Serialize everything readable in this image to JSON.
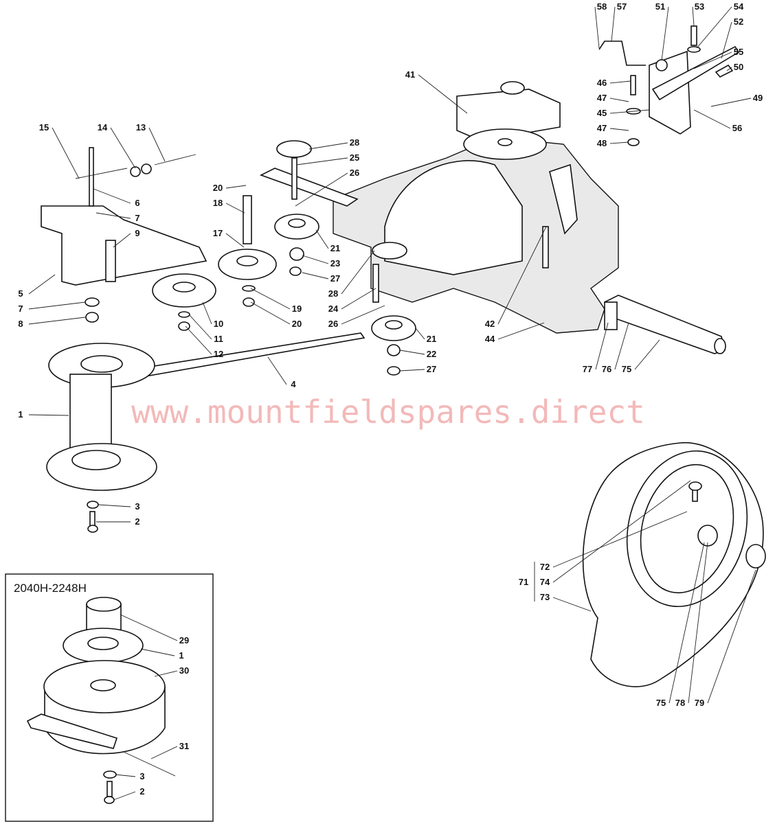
{
  "diagram": {
    "watermark": "www.mountfieldspares.direct",
    "inset_title": "2040H-2248H",
    "callouts": [
      "58",
      "57",
      "51",
      "53",
      "54",
      "52",
      "55",
      "50",
      "46",
      "47",
      "45",
      "47",
      "48",
      "49",
      "56",
      "41",
      "15",
      "14",
      "13",
      "28",
      "25",
      "26",
      "20",
      "18",
      "17",
      "6",
      "7",
      "9",
      "5",
      "7",
      "8",
      "21",
      "23",
      "27",
      "28",
      "24",
      "26",
      "19",
      "20",
      "10",
      "11",
      "12",
      "21",
      "22",
      "27",
      "42",
      "44",
      "77",
      "76",
      "75",
      "4",
      "1",
      "3",
      "2",
      "72",
      "71",
      "74",
      "73",
      "75",
      "78",
      "79"
    ],
    "inset_callouts": [
      "29",
      "1",
      "30",
      "31",
      "3",
      "2"
    ]
  }
}
